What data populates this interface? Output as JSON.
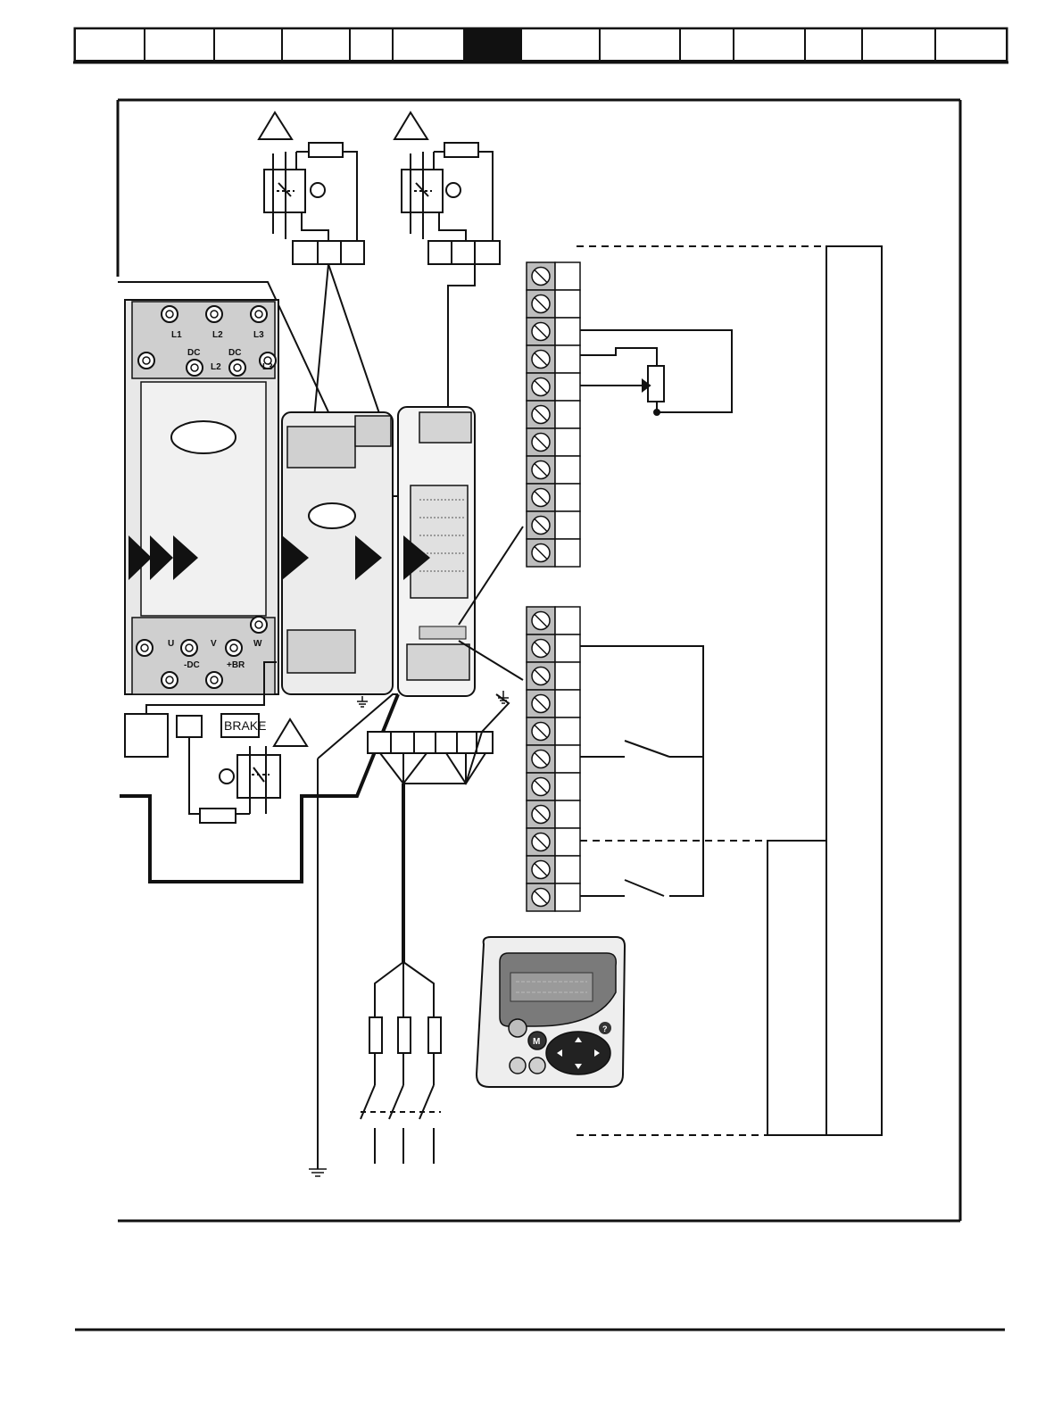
{
  "header": {
    "tabs": [
      "",
      "",
      "",
      "",
      "",
      "",
      "",
      "",
      "",
      "",
      "",
      "",
      "",
      ""
    ],
    "active_tab_index": 6
  },
  "drive": {
    "power_terminals_top": [
      "L1",
      "L2",
      "L3",
      "DC",
      "DC",
      "L2",
      "L3"
    ],
    "power_terminals_bottom": [
      "U",
      "V",
      "W",
      "-DC",
      "+BR"
    ]
  },
  "brake_label": "BRAKE",
  "keypad": {
    "mode_key": "M",
    "help_key": "?"
  },
  "colors": {
    "line": "#111111",
    "panel": "#d9d9d9",
    "terminal_block": "#bdbdbd"
  }
}
